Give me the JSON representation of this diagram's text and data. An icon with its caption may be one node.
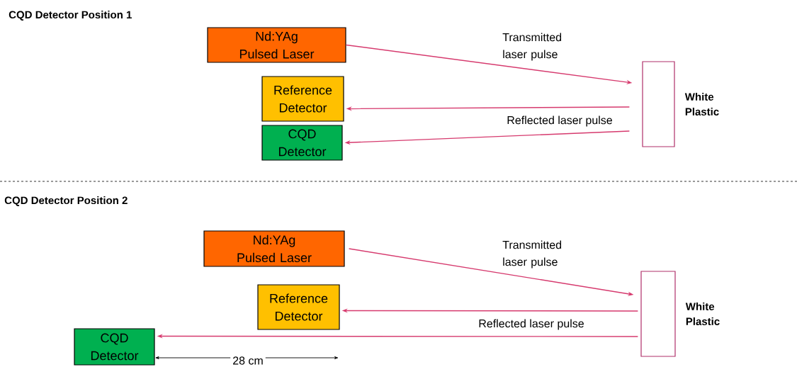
{
  "diagram": {
    "nodes": [
      {
        "text": [
          "Nd:YAg Pulsed Laser"
        ]
      },
      {
        "text": [
          "Reference Detector"
        ]
      },
      {
        "text": [
          "CQD Detector"
        ]
      },
      {
        "text": [
          "White Plastic"
        ]
      },
      {
        "text": [
          "Nd:YAg Pulsed Laser"
        ]
      },
      {
        "text": [
          "Reference Detector"
        ]
      },
      {
        "text": [
          "CQD Detector"
        ]
      },
      {
        "text": [
          "White Plastic"
        ]
      }
    ],
    "edges": [
      {
        "from": 0,
        "to": 3,
        "arrow": "to",
        "label": "Transmitted laser pulse"
      },
      {
        "from": 3,
        "to": 1,
        "arrow": "to"
      },
      {
        "from": 3,
        "to": 2,
        "arrow": "to",
        "label": "Reflected laser pulse"
      },
      {
        "from": 4,
        "to": 7,
        "arrow": "to",
        "label": "Transmitted laser pulse"
      },
      {
        "from": 7,
        "to": 5,
        "arrow": "to"
      },
      {
        "from": 7,
        "to": 6,
        "arrow": "to",
        "label": "Reflected laser pulse"
      }
    ],
    "labels": [
      "CQD Detector Position 1",
      "CQD Detector Position 2",
      "28 cm"
    ]
  }
}
